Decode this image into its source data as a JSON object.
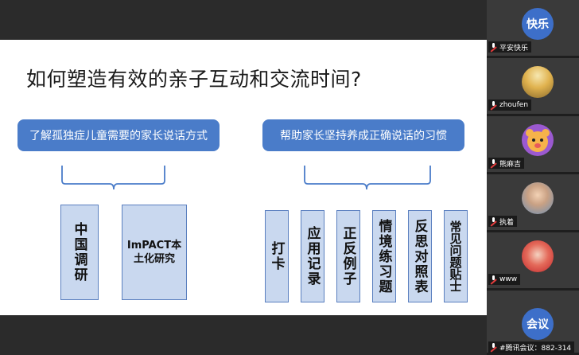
{
  "slide": {
    "title": "如何塑造有效的亲子互动和交流时间?",
    "left_header": "了解孤独症儿童需要的家长说话方式",
    "right_header": "帮助家长坚持养成正确说话的习惯",
    "left_items": [
      "中国调研",
      "ImPACT本土化研究"
    ],
    "right_items": [
      "打卡",
      "应用记录",
      "正反例子",
      "情境练习题",
      "反思对照表",
      "常见问题贴士"
    ]
  },
  "participants": [
    {
      "name": "平安快乐",
      "avatar_text": "快乐",
      "avatar_color": "#3d6fc9"
    },
    {
      "name": "zhoufen",
      "avatar_text": "",
      "avatar_color": "#d8b45a"
    },
    {
      "name": "熊麻吉",
      "avatar_text": "",
      "avatar_color": "#f4a84b"
    },
    {
      "name": "执着",
      "avatar_text": "",
      "avatar_color": "#9bb7d6"
    },
    {
      "name": "www",
      "avatar_text": "",
      "avatar_color": "#d23a3a"
    },
    {
      "name": "#腾讯会议：882-314",
      "avatar_text": "会议",
      "avatar_color": "#3d6fc9"
    }
  ]
}
